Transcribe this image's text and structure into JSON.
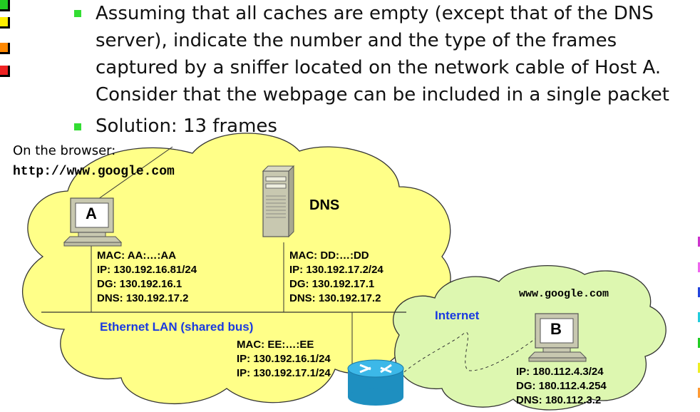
{
  "question": {
    "lines": [
      "Assuming that all caches are empty (except that of the DNS",
      "server), indicate the number and the type of the frames",
      "captured by a sniffer located on the network cable of Host A.",
      "Consider that the webpage can be included in a single packet"
    ]
  },
  "solution": "Solution: 13 frames",
  "browser": {
    "caption": "On the browser:",
    "url": "http://www.google.com"
  },
  "host_a": {
    "letter": "A",
    "mac": "MAC: AA:…:AA",
    "ip": "IP: 130.192.16.81/24",
    "dg": "DG: 130.192.16.1",
    "dns": "DNS: 130.192.17.2"
  },
  "dns_server": {
    "name": "DNS",
    "mac": "MAC: DD:…:DD",
    "ip": "IP: 130.192.17.2/24",
    "dg": "DG: 130.192.17.1",
    "dns": "DNS: 130.192.17.2"
  },
  "lan": {
    "label": "Ethernet LAN (shared bus)"
  },
  "router": {
    "mac": "MAC: EE:…:EE",
    "ip1": "IP: 130.192.16.1/24",
    "ip2": "IP: 130.192.17.1/24"
  },
  "internet": {
    "label": "Internet"
  },
  "host_b": {
    "hostname": "www.google.com",
    "letter": "B",
    "ip": "IP: 180.112.4.3/24",
    "dg": "DG: 180.112.4.254",
    "dns": "DNS: 180.112.3.2"
  },
  "colors": {
    "lan_cloud": "#ffff88",
    "internet_cloud": "#ddf7b0",
    "blue_label": "#1a3ae0",
    "router": "#2aa7d8"
  }
}
